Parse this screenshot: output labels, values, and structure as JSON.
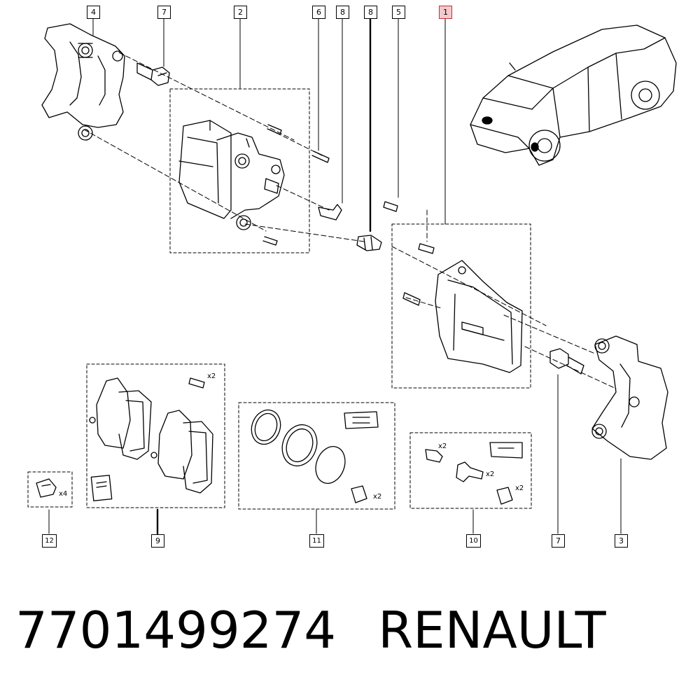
{
  "callouts": {
    "c4": "4",
    "c7_top": "7",
    "c2": "2",
    "c6": "6",
    "c8_a": "8",
    "c8_b": "8",
    "c5": "5",
    "c1": "1",
    "c12": "12",
    "c9": "9",
    "c11": "11",
    "c10": "10",
    "c7_bottom": "7",
    "c3": "3"
  },
  "quantities": {
    "pad_bolts": "x2",
    "clips": "x4",
    "seal_boots": "x2",
    "k10_bolts": "x2",
    "k10_pins": "x2",
    "k10_boots": "x2"
  },
  "colors": {
    "line": "#000000",
    "selected_border": "#c0313a",
    "selected_fill": "#f3c9cc"
  },
  "footer": {
    "part_number": "7701499274",
    "brand": "RENAULT"
  }
}
